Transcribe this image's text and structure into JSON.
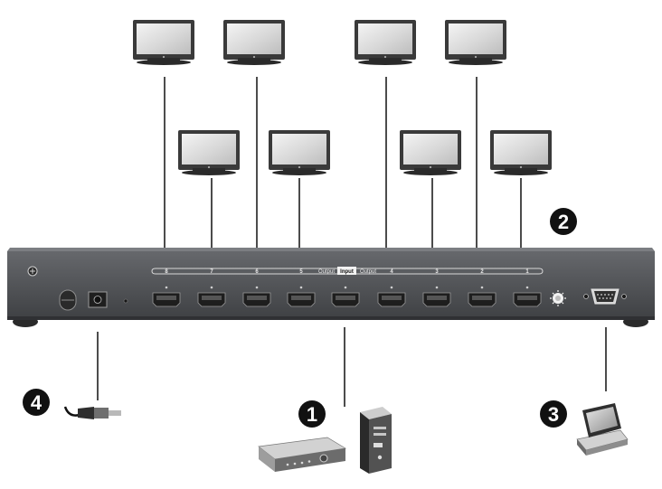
{
  "diagram": {
    "output_group_left_label": "Output",
    "output_group_right_label": "Output",
    "input_label": "Input",
    "port_numbers": [
      "8",
      "7",
      "6",
      "5",
      "4",
      "3",
      "2",
      "1"
    ],
    "callouts": [
      "1",
      "2",
      "3",
      "4"
    ],
    "colors": {
      "device_body": "#4a4c4f",
      "device_top": "#626468",
      "callout_fill": "#111111",
      "screen_fill": "#3a3a3a"
    }
  }
}
